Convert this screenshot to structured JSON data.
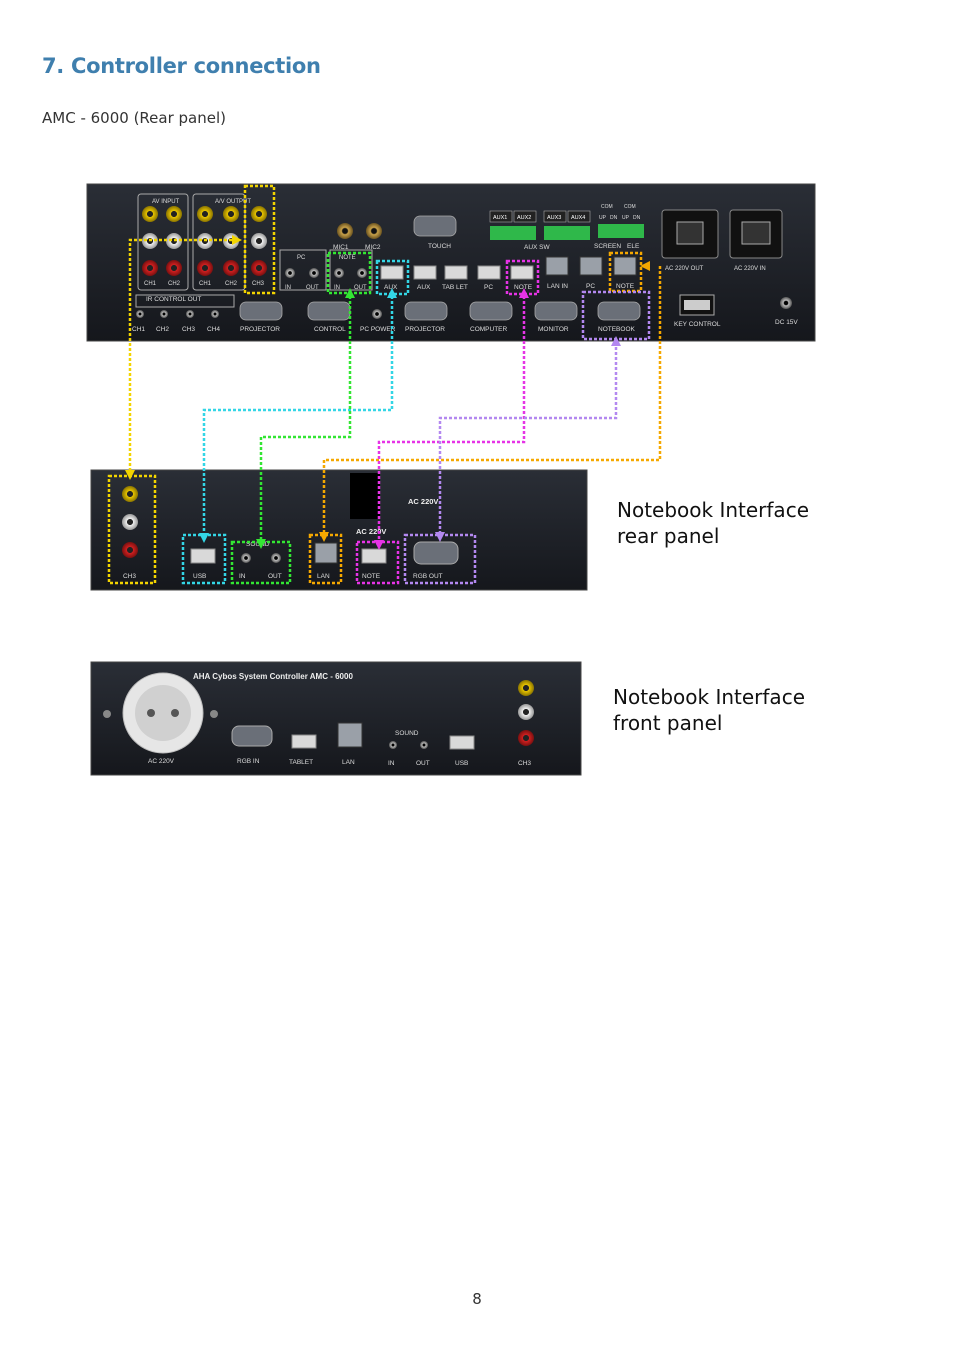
{
  "heading": "7. Controller connection",
  "subheading": "AMC - 6000 (Rear panel)",
  "amc_rear": {
    "av_input": "AV INPUT",
    "av_output": "A/V OUTPUT",
    "ch1": "CH1",
    "ch2": "CH2",
    "ch1b": "CH1",
    "ch2b": "CH2",
    "ch3": "CH3",
    "ir_control_out": "IR CONTROL OUT",
    "ir_ch1": "CH1",
    "ir_ch2": "CH2",
    "ir_ch3": "CH3",
    "ir_ch4": "CH4",
    "projector": "PROJECTOR",
    "mic1": "MIC1",
    "mic2": "MIC2",
    "touch": "TOUCH",
    "pc": "PC",
    "pc_in": "IN",
    "pc_out": "OUT",
    "note": "NOTE",
    "note_in": "IN",
    "note_out": "OUT",
    "control": "CONTROL",
    "pc_power": "PC POWER",
    "aux": "AUX",
    "aux2": "AUX",
    "tablet": "TAB LET",
    "pc_usb": "PC",
    "note_usb": "NOTE",
    "projector2": "PROJECTOR",
    "computer": "COMPUTER",
    "monitor": "MONITOR",
    "notebook": "NOTEBOOK",
    "aux1": "AUX1",
    "aux2sw": "AUX2",
    "aux3": "AUX3",
    "aux4": "AUX4",
    "aux_sw": "AUX SW",
    "lan_in": "LAN IN",
    "lan_pc": "PC",
    "lan_note": "NOTE",
    "com1": "COM",
    "com2": "COM",
    "up1": "UP",
    "dn1": "DN",
    "up2": "UP",
    "dn2": "DN",
    "screen": "SCREEN",
    "ele": "ELE",
    "ac_out": "AC 220V OUT",
    "ac_in": "AC 220V IN",
    "key_control": "KEY CONTROL",
    "dc": "DC 15V"
  },
  "nb_rear": {
    "ch3": "CH3",
    "usb": "USB",
    "sound": "SOUND",
    "in": "IN",
    "out": "OUT",
    "lan": "LAN",
    "note": "NOTE",
    "rgb_out": "RGB OUT",
    "ac1": "AC 220V",
    "ac2": "AC 220V"
  },
  "nb_front": {
    "title": "AHA Cybos System Controller  AMC - 6000",
    "ac": "AC 220V",
    "rgb_in": "RGB IN",
    "tablet": "TABLET",
    "lan": "LAN",
    "sound": "SOUND",
    "in": "IN",
    "out": "OUT",
    "usb": "USB",
    "ch3": "CH3"
  },
  "captions": {
    "rear_line1": "Notebook Interface",
    "rear_line2": "rear panel",
    "front_line1": "Notebook Interface",
    "front_line2": "front panel"
  },
  "colors": {
    "yellow": "#f2d400",
    "cyan": "#33d6e6",
    "green": "#33e633",
    "orange": "#f5a800",
    "magenta": "#e633e6",
    "lavender": "#b388f0"
  },
  "page_number": "8"
}
